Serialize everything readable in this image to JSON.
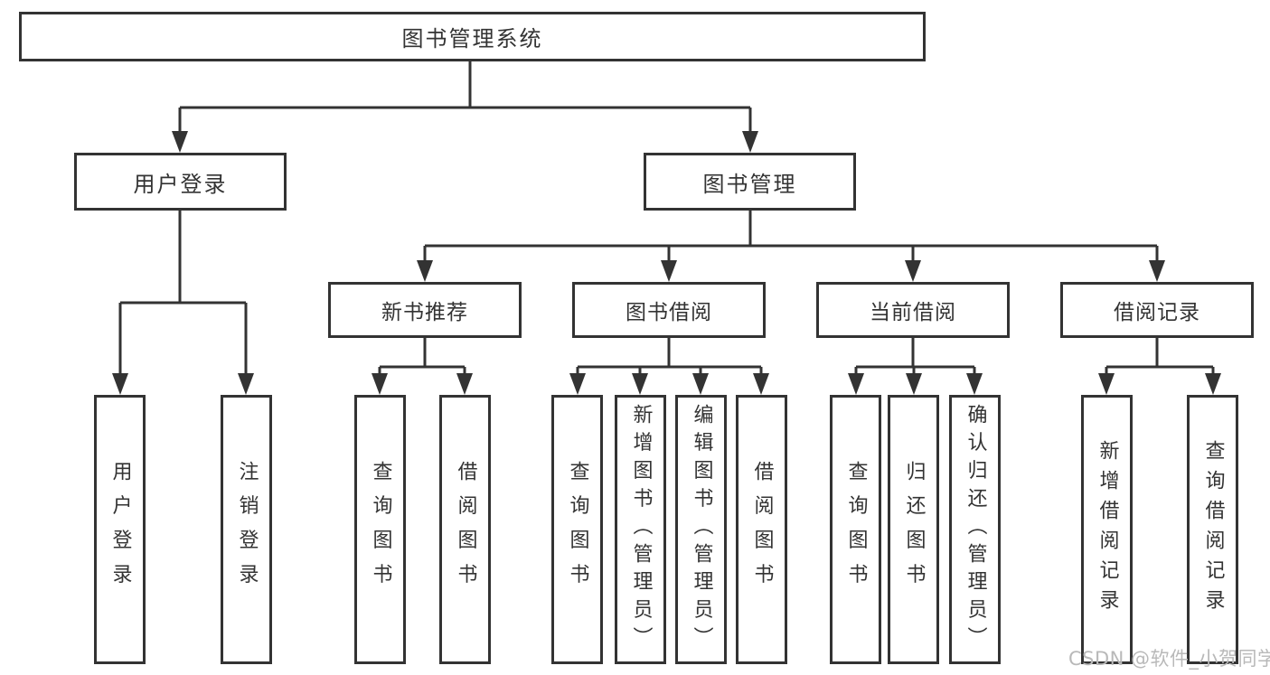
{
  "diagram": {
    "title": "图书管理系统",
    "root": {
      "label": "图书管理系统"
    },
    "level2": [
      {
        "label": "用户登录"
      },
      {
        "label": "图书管理"
      }
    ],
    "level3": [
      {
        "label": "新书推荐"
      },
      {
        "label": "图书借阅"
      },
      {
        "label": "当前借阅"
      },
      {
        "label": "借阅记录"
      }
    ],
    "leaves": [
      {
        "label": "用户登录",
        "parent": "用户登录"
      },
      {
        "label": "注销登录",
        "parent": "用户登录"
      },
      {
        "label": "查询图书",
        "parent": "新书推荐"
      },
      {
        "label": "借阅图书",
        "parent": "新书推荐"
      },
      {
        "label": "查询图书",
        "parent": "图书借阅"
      },
      {
        "label": "新增图书（管理员）",
        "parent": "图书借阅"
      },
      {
        "label": "编辑图书（管理员）",
        "parent": "图书借阅"
      },
      {
        "label": "借阅图书",
        "parent": "图书借阅"
      },
      {
        "label": "查询图书",
        "parent": "当前借阅"
      },
      {
        "label": "归还图书",
        "parent": "当前借阅"
      },
      {
        "label": "确认归还（管理员）",
        "parent": "当前借阅"
      },
      {
        "label": "新增借阅记录",
        "parent": "借阅记录"
      },
      {
        "label": "查询借阅记录",
        "parent": "借阅记录"
      }
    ]
  },
  "watermark": {
    "text": "CSDN @软件_小贺同学"
  },
  "colors": {
    "line": "#333333",
    "box_border": "#333333",
    "text": "#333333",
    "watermark": "#b9b9b9",
    "background": "#ffffff"
  }
}
